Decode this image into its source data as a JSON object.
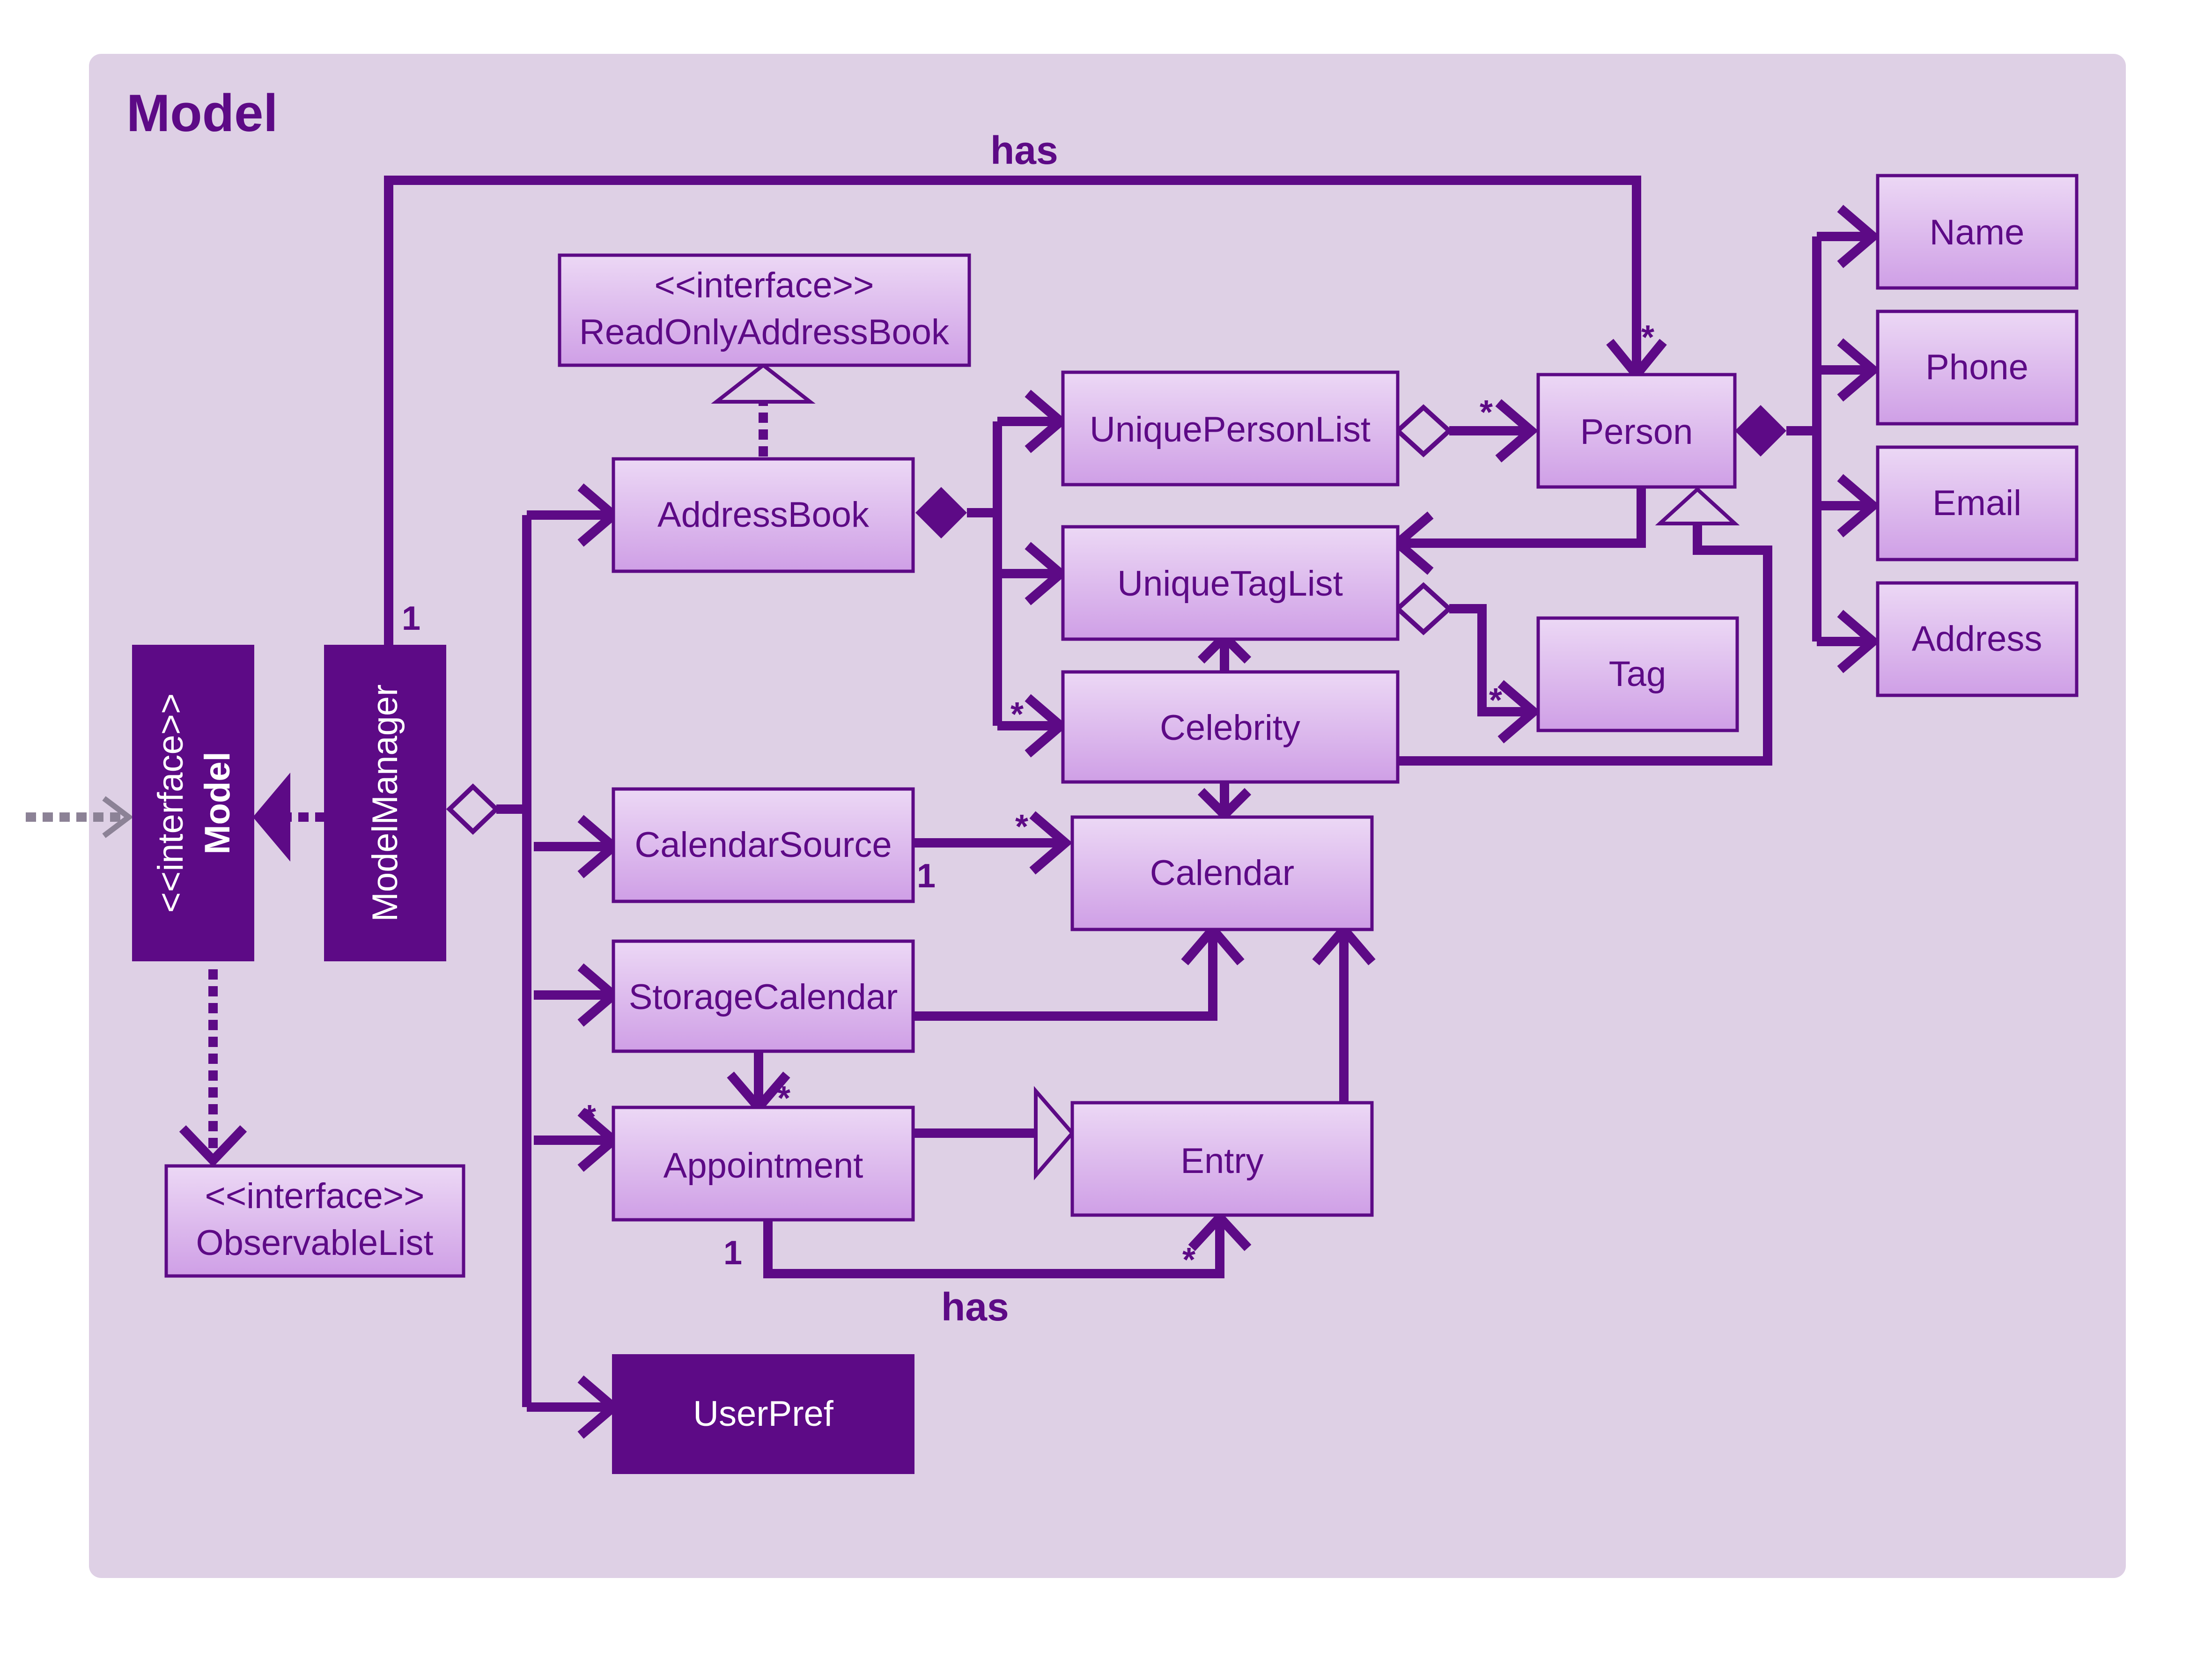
{
  "package": {
    "title": "Model"
  },
  "classes": {
    "read_only_address_book": {
      "stereotype": "<<interface>>",
      "name": "ReadOnlyAddressBook"
    },
    "address_book": {
      "name": "AddressBook"
    },
    "unique_person_list": {
      "name": "UniquePersonList"
    },
    "unique_tag_list": {
      "name": "UniqueTagList"
    },
    "celebrity": {
      "name": "Celebrity"
    },
    "person": {
      "name": "Person"
    },
    "tag": {
      "name": "Tag"
    },
    "name": {
      "name": "Name"
    },
    "phone": {
      "name": "Phone"
    },
    "email": {
      "name": "Email"
    },
    "address": {
      "name": "Address"
    },
    "calendar_source": {
      "name": "CalendarSource"
    },
    "calendar": {
      "name": "Calendar"
    },
    "storage_calendar": {
      "name": "StorageCalendar"
    },
    "appointment": {
      "name": "Appointment"
    },
    "entry": {
      "name": "Entry"
    },
    "user_pref": {
      "name": "UserPref"
    },
    "model_interface": {
      "stereotype": "<<interface>>",
      "name": "Model"
    },
    "model_manager": {
      "name": "ModelManager"
    },
    "observable_list": {
      "stereotype": "<<interface>>",
      "name": "ObservableList"
    }
  },
  "labels": {
    "has_top": "has",
    "has_bottom": "has"
  },
  "multiplicities": {
    "person_many": "*",
    "unique_person_list_many": "*",
    "tag_many": "*",
    "celebrity_many": "*",
    "calendar_many": "*",
    "calendar_source_one": "1",
    "storage_appointment_many": "*",
    "appointment_many": "*",
    "appointment_one": "1",
    "entry_many": "*",
    "model_manager_one": "1"
  },
  "colors": {
    "package_bg": "#ded0e5",
    "line": "#5d0a86",
    "box_top": "#ecd8f5",
    "box_bottom": "#cf9fe6",
    "dark_box": "#5d0a86",
    "external_dashed": "#8c8296"
  }
}
